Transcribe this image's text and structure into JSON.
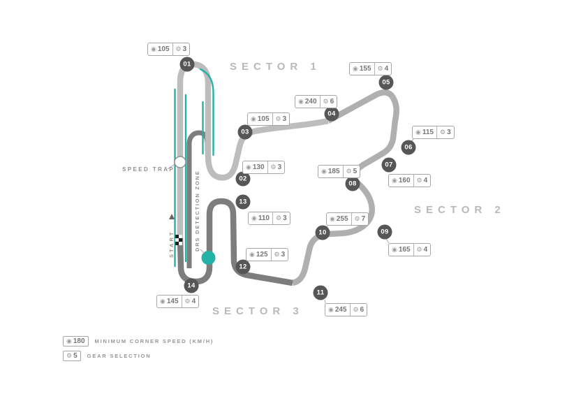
{
  "sectors": [
    {
      "label": "SECTOR 1"
    },
    {
      "label": "SECTOR 2"
    },
    {
      "label": "SECTOR 3"
    }
  ],
  "corners": [
    {
      "number": "01",
      "speed": "105",
      "gear": "3"
    },
    {
      "number": "02",
      "speed": "130",
      "gear": "3"
    },
    {
      "number": "03",
      "speed": "105",
      "gear": "3"
    },
    {
      "number": "04",
      "speed": "240",
      "gear": "6"
    },
    {
      "number": "05",
      "speed": "155",
      "gear": "4"
    },
    {
      "number": "06",
      "speed": "115",
      "gear": "3"
    },
    {
      "number": "07",
      "speed": "160",
      "gear": "4"
    },
    {
      "number": "08",
      "speed": "185",
      "gear": "5"
    },
    {
      "number": "09",
      "speed": "165",
      "gear": "4"
    },
    {
      "number": "10",
      "speed": "255",
      "gear": "7"
    },
    {
      "number": "11",
      "speed": "245",
      "gear": "6"
    },
    {
      "number": "12",
      "speed": "125",
      "gear": "3"
    },
    {
      "number": "13",
      "speed": "110",
      "gear": "3"
    },
    {
      "number": "14",
      "speed": "145",
      "gear": "4"
    }
  ],
  "annotations": {
    "speed_trap": "SPEED TRAP",
    "drs_detection": "DRS DETECTION ZONE",
    "start": "START"
  },
  "legend": [
    {
      "icon": "speed-icon",
      "value": "180",
      "label": "MINIMUM CORNER SPEED (KM/H)"
    },
    {
      "icon": "gear-icon",
      "value": "5",
      "label": "GEAR SELECTION"
    }
  ],
  "icons": {
    "speed": "◉",
    "gear": "⚙"
  },
  "colors": {
    "drs_teal": "#23b2a5",
    "sector1_track": "#bdbdbd",
    "sector2_track": "#afafaf",
    "sector3_track": "#7d7d7d",
    "marker_fill": "#565656"
  }
}
